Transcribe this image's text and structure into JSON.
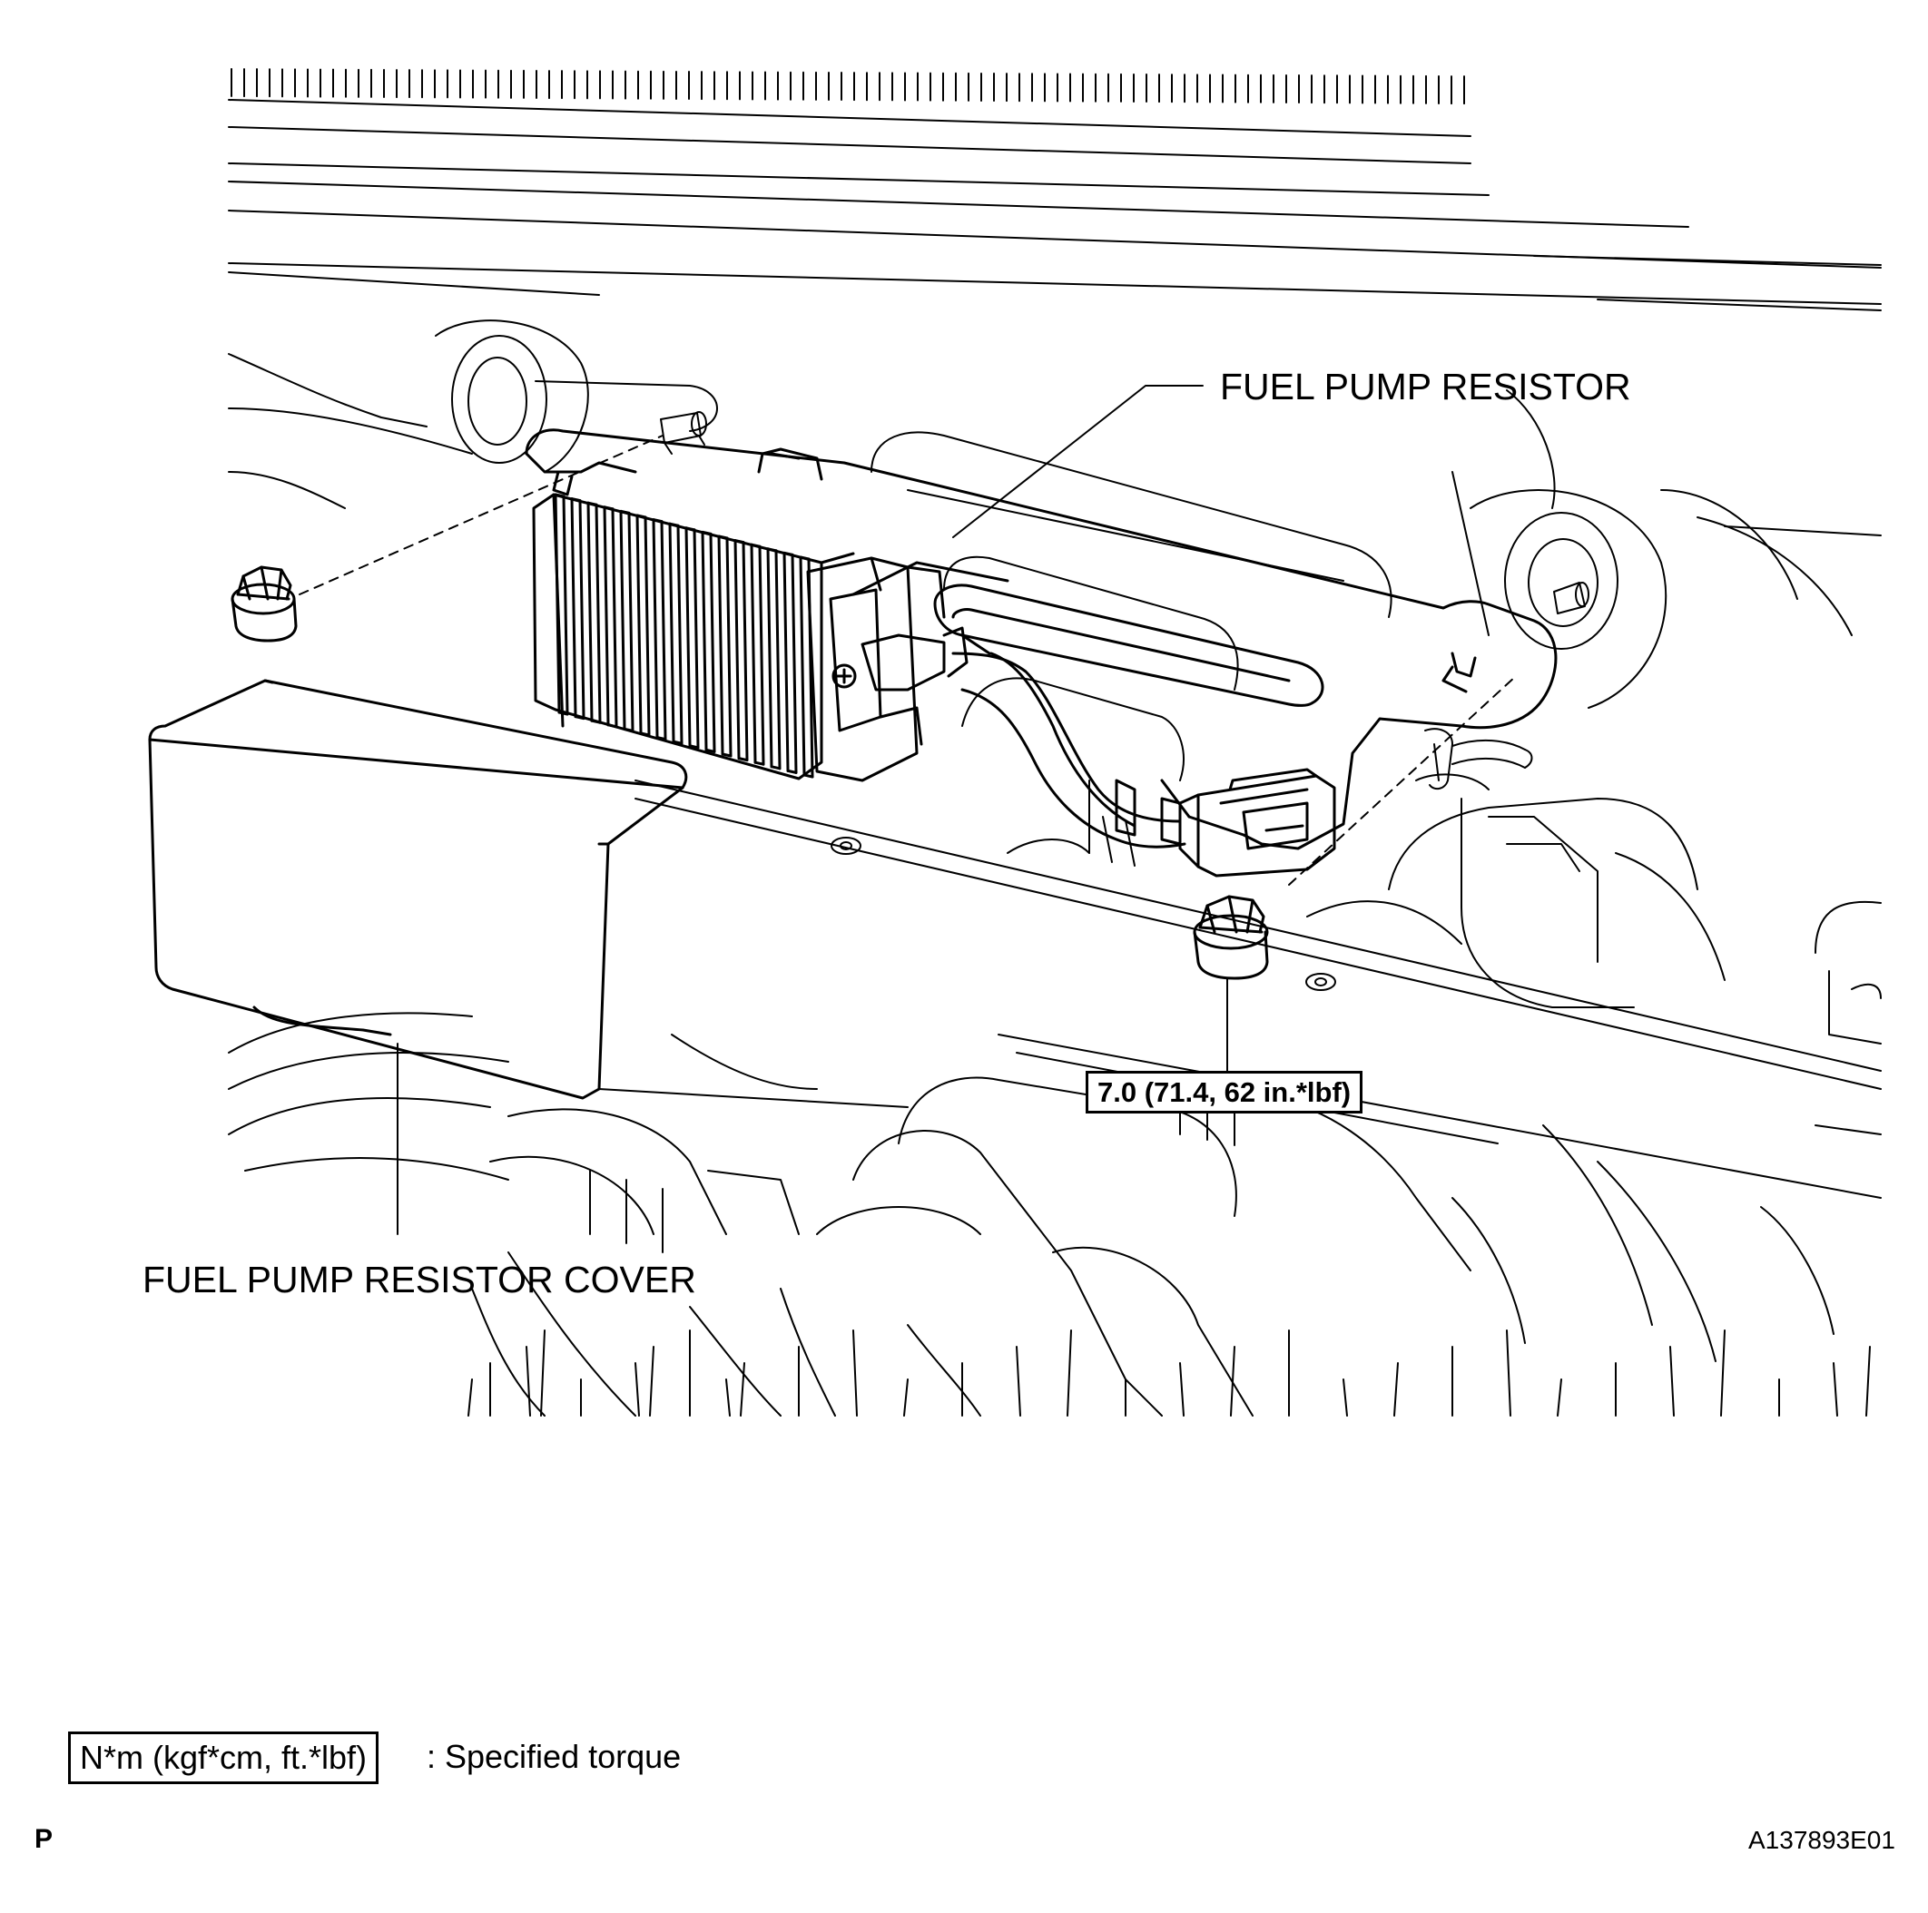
{
  "labels": {
    "fuel_pump_resistor": "FUEL PUMP RESISTOR",
    "fuel_pump_resistor_cover": "FUEL PUMP RESISTOR COVER",
    "torque_value": "7.0 (71.4, 62 in.*lbf)"
  },
  "legend": {
    "unit_box": "N*m (kgf*cm, ft.*lbf)",
    "description": ": Specified torque"
  },
  "footer": {
    "section_letter": "P",
    "figure_id": "A137893E01"
  }
}
